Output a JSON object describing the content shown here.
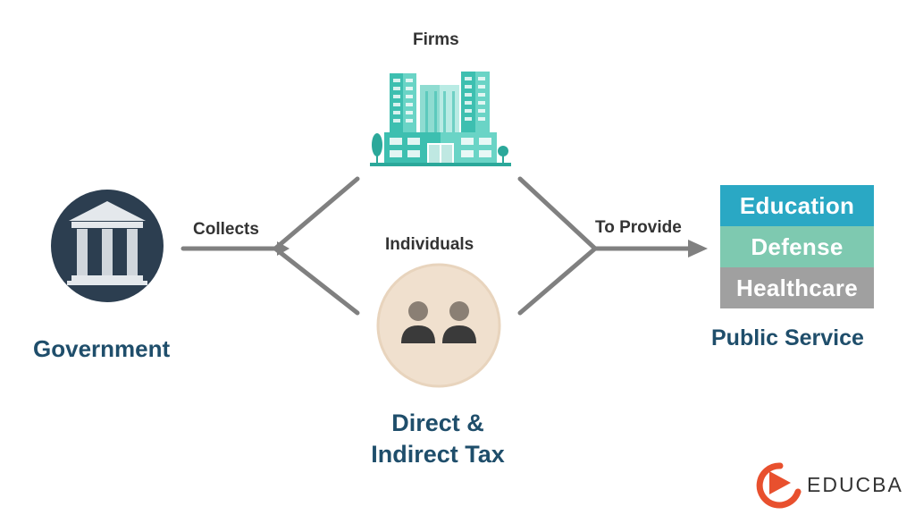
{
  "labels": {
    "firms": "Firms",
    "collects": "Collects",
    "individuals": "Individuals",
    "to_provide": "To Provide",
    "government": "Government",
    "tax_line1": "Direct &",
    "tax_line2": "Indirect Tax",
    "public_service": "Public Service"
  },
  "services": [
    {
      "label": "Education",
      "color": "#2aa8c4"
    },
    {
      "label": "Defense",
      "color": "#7ec9b0"
    },
    {
      "label": "Healthcare",
      "color": "#a0a0a0"
    }
  ],
  "logo": {
    "text": "EDUCBA"
  },
  "colors": {
    "navy": "#2c3e50",
    "title": "#1f4e6b",
    "arrow": "#808080",
    "teal": "#3dbfb0",
    "beige": "#f0e0ce",
    "accent": "#e8502e"
  }
}
